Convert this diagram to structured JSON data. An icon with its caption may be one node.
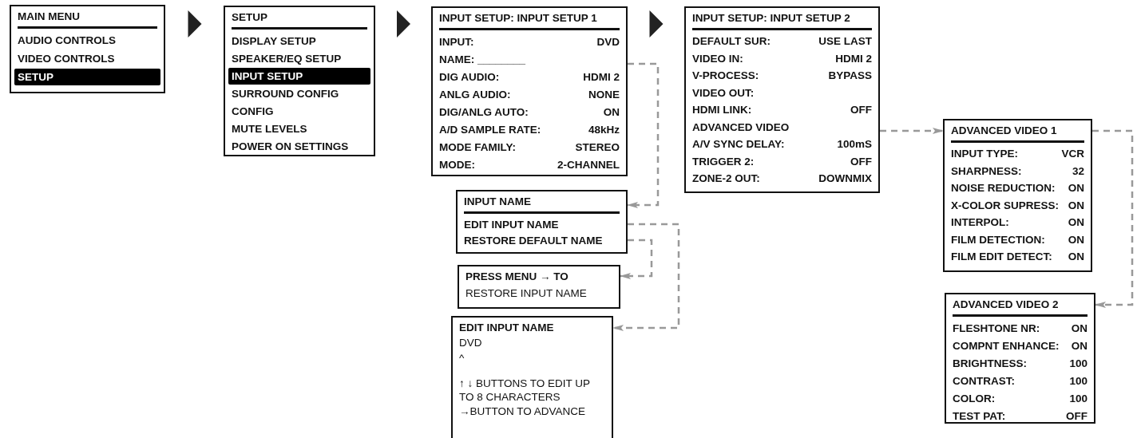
{
  "diagram": {
    "nodes": [
      {
        "text": [
          "MAIN MENU",
          "AUDIO CONTROLS",
          "VIDEO CONTROLS",
          "SETUP"
        ]
      },
      {
        "text": [
          "SETUP",
          "DISPLAY SETUP",
          "SPEAKER/EQ SETUP",
          "INPUT SETUP",
          "SURROUND CONFIG",
          "CONFIG",
          "MUTE LEVELS",
          "POWER ON SETTINGS"
        ]
      },
      {
        "text": [
          "INPUT SETUP: INPUT SETUP 1",
          "INPUT:",
          "DVD",
          "NAME: ________",
          "DIG AUDIO:",
          "HDMI 2",
          "ANLG AUDIO:",
          "NONE",
          "DIG/ANLG AUTO:",
          "ON",
          "A/D SAMPLE RATE:",
          "48kHz",
          "MODE FAMILY:",
          "STEREO",
          "MODE:",
          "2-CHANNEL"
        ]
      },
      {
        "text": [
          "INPUT SETUP: INPUT SETUP 2",
          "DEFAULT SUR:",
          "USE LAST",
          "VIDEO IN:",
          "HDMI 2",
          "V-PROCESS:",
          "BYPASS",
          "VIDEO OUT:",
          "HDMI LINK:",
          "OFF",
          "ADVANCED VIDEO",
          "A/V SYNC DELAY:",
          "100mS",
          "TRIGGER 2:",
          "OFF",
          "ZONE-2 OUT:",
          "DOWNMIX"
        ]
      },
      {
        "text": [
          "INPUT NAME",
          "EDIT INPUT NAME",
          "RESTORE DEFAULT NAME"
        ]
      },
      {
        "text": [
          "PRESS MENU → TO",
          "RESTORE INPUT NAME"
        ]
      },
      {
        "text": [
          "EDIT INPUT NAME",
          "DVD",
          "^",
          "↑ ↓ BUTTONS TO EDIT UP TO 8 CHARACTERS",
          "→BUTTON TO ADVANCE"
        ]
      },
      {
        "text": [
          "ADVANCED VIDEO 1",
          "INPUT TYPE:",
          "VCR",
          "SHARPNESS:",
          "32",
          "NOISE REDUCTION:",
          "ON",
          "X-COLOR SUPRESS:",
          "ON",
          "INTERPOL:",
          "ON",
          "FILM DETECTION:",
          "ON",
          "FILM EDIT DETECT:",
          "ON"
        ]
      },
      {
        "text": [
          "ADVANCED VIDEO 2",
          "FLESHTONE NR:",
          "ON",
          "COMPNT ENHANCE:",
          "ON",
          "BRIGHTNESS:",
          "100",
          "CONTRAST:",
          "100",
          "COLOR:",
          "100",
          "TEST PAT:",
          "OFF"
        ]
      }
    ],
    "edges": [
      {
        "from": 0,
        "to": 1,
        "arrow": "to"
      },
      {
        "from": 1,
        "to": 2,
        "arrow": "to"
      },
      {
        "from": 2,
        "to": 3,
        "arrow": "to"
      },
      {
        "from": 2,
        "to": 4,
        "arrow": "to",
        "style": "dashed"
      },
      {
        "from": 4,
        "to": 6,
        "arrow": "to",
        "style": "dashed"
      },
      {
        "from": 4,
        "to": 5,
        "arrow": "to",
        "style": "dashed"
      },
      {
        "from": 3,
        "to": 7,
        "arrow": "to",
        "style": "dashed"
      },
      {
        "from": 7,
        "to": 8,
        "arrow": "to",
        "style": "dashed"
      }
    ]
  }
}
